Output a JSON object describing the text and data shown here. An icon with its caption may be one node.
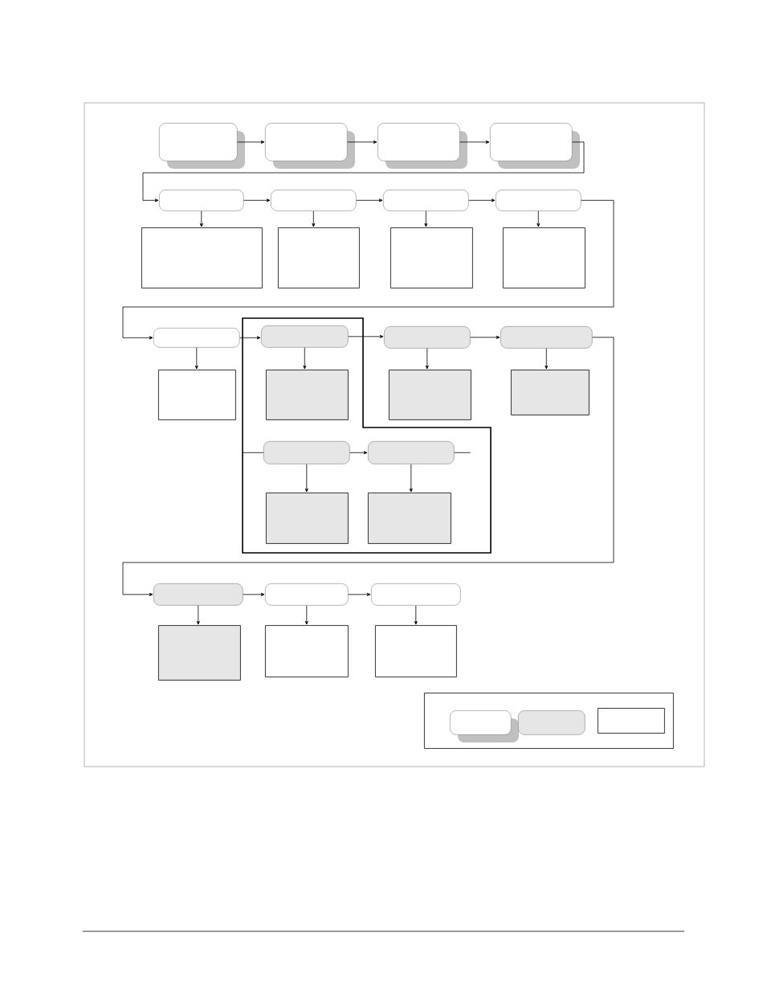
{
  "diagram": {
    "nodes": [
      {
        "text": [],
        "shape": "rounded"
      },
      {
        "text": [],
        "shape": "rounded"
      },
      {
        "text": [],
        "shape": "rounded"
      },
      {
        "text": [],
        "shape": "rounded"
      },
      {
        "text": [],
        "shape": "rounded"
      },
      {
        "text": [],
        "shape": "rounded"
      },
      {
        "text": [],
        "shape": "rounded"
      },
      {
        "text": [],
        "shape": "rounded"
      },
      {
        "text": [],
        "shape": "box"
      },
      {
        "text": [],
        "shape": "box"
      },
      {
        "text": [],
        "shape": "box"
      },
      {
        "text": [],
        "shape": "box"
      },
      {
        "text": [],
        "shape": "rounded"
      },
      {
        "text": [],
        "shape": "box"
      },
      {
        "text": [],
        "shape": "rounded",
        "in": 13
      },
      {
        "text": [],
        "shape": "rounded"
      },
      {
        "text": [],
        "shape": "rounded"
      },
      {
        "text": [],
        "shape": "box"
      },
      {
        "text": [],
        "shape": "box",
        "in": 13
      },
      {
        "text": [],
        "shape": "box"
      },
      {
        "text": [],
        "shape": "box"
      },
      {
        "text": [],
        "shape": "rounded",
        "in": 13
      },
      {
        "text": [],
        "shape": "rounded",
        "in": 13
      },
      {
        "text": [],
        "shape": "box",
        "in": 13
      },
      {
        "text": [],
        "shape": "box",
        "in": 13
      },
      {
        "text": [],
        "shape": "rounded"
      },
      {
        "text": [],
        "shape": "rounded"
      },
      {
        "text": [],
        "shape": "rounded"
      },
      {
        "text": [],
        "shape": "box"
      },
      {
        "text": [],
        "shape": "box"
      },
      {
        "text": [],
        "shape": "box"
      },
      {
        "text": [],
        "shape": "box"
      },
      {
        "text": [],
        "shape": "rounded",
        "in": 31
      },
      {
        "text": [],
        "shape": "rounded",
        "in": 31
      },
      {
        "text": [],
        "shape": "box",
        "in": 31
      }
    ],
    "edges": [
      {
        "from": 0,
        "to": 1,
        "arrow": "to"
      },
      {
        "from": 1,
        "to": 2,
        "arrow": "to"
      },
      {
        "from": 2,
        "to": 3,
        "arrow": "to"
      },
      {
        "from": 3,
        "to": 4,
        "arrow": "to"
      },
      {
        "from": 4,
        "to": 5,
        "arrow": "to"
      },
      {
        "from": 5,
        "to": 6,
        "arrow": "to"
      },
      {
        "from": 6,
        "to": 7,
        "arrow": "to"
      },
      {
        "from": 4,
        "to": 8,
        "arrow": "to"
      },
      {
        "from": 5,
        "to": 9,
        "arrow": "to"
      },
      {
        "from": 6,
        "to": 10,
        "arrow": "to"
      },
      {
        "from": 7,
        "to": 11,
        "arrow": "to"
      },
      {
        "from": 7,
        "to": 12,
        "arrow": "to"
      },
      {
        "from": 12,
        "to": 14,
        "arrow": "to"
      },
      {
        "from": 14,
        "to": 15,
        "arrow": "to"
      },
      {
        "from": 15,
        "to": 16,
        "arrow": "to"
      },
      {
        "from": 12,
        "to": 17,
        "arrow": "to"
      },
      {
        "from": 14,
        "to": 18,
        "arrow": "to"
      },
      {
        "from": 15,
        "to": 19,
        "arrow": "to"
      },
      {
        "from": 16,
        "to": 20,
        "arrow": "to"
      },
      {
        "from": 13,
        "to": 21,
        "arrow": "none"
      },
      {
        "from": 21,
        "to": 22,
        "arrow": "to"
      },
      {
        "from": 22,
        "to": null,
        "arrow": "none"
      },
      {
        "from": 21,
        "to": 23,
        "arrow": "to"
      },
      {
        "from": 22,
        "to": 24,
        "arrow": "to"
      },
      {
        "from": 16,
        "to": 25,
        "arrow": "to"
      },
      {
        "from": 25,
        "to": 26,
        "arrow": "to"
      },
      {
        "from": 26,
        "to": 27,
        "arrow": "to"
      },
      {
        "from": 25,
        "to": 28,
        "arrow": "to"
      },
      {
        "from": 26,
        "to": 29,
        "arrow": "to"
      },
      {
        "from": 27,
        "to": 30,
        "arrow": "to"
      }
    ]
  }
}
